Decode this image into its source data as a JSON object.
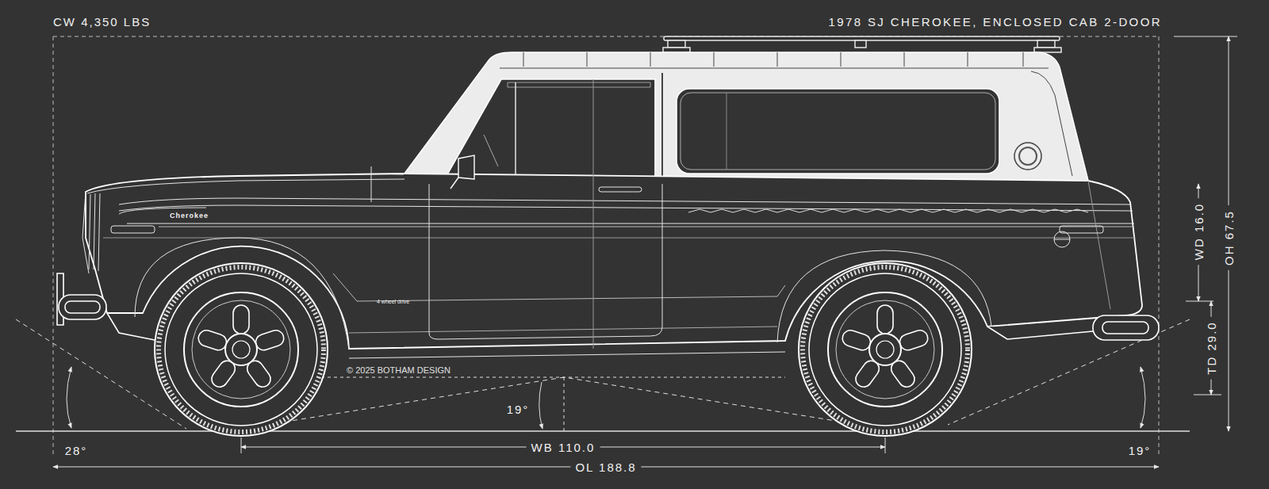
{
  "diagram": {
    "title": "1978 SJ CHEROKEE, ENCLOSED CAB 2-DOOR",
    "labels": [
      "CW 4,350 LBS",
      "WD 16.0",
      "OH 67.5",
      "TD 29.0",
      "Cherokee",
      "4 wheel drive",
      "© 2025 BOTHAM DESIGN",
      "19°",
      "28°",
      "WB 110.0",
      "19°",
      "OL 188.8"
    ]
  }
}
